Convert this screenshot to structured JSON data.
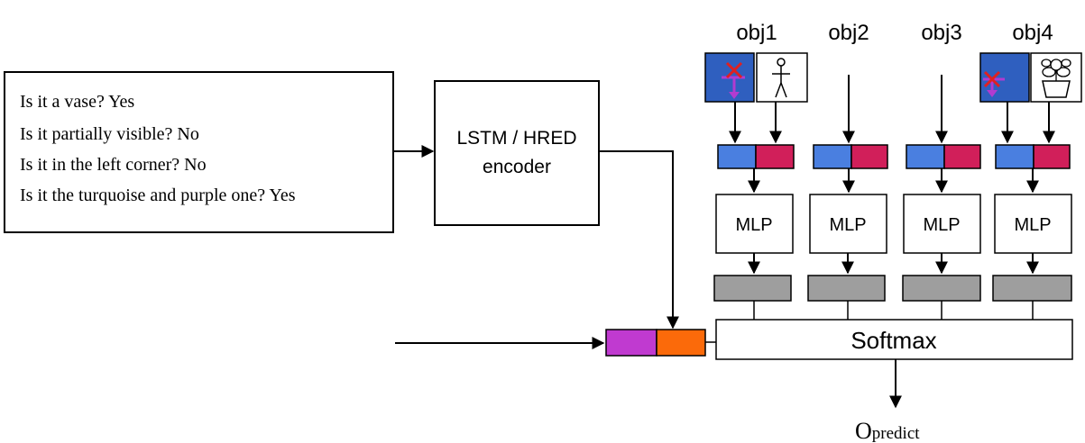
{
  "dialogue": {
    "lines": [
      "Is it a vase? Yes",
      "Is it partially visible? No",
      "Is it in the left corner? No",
      "Is it the turquoise and purple one? Yes"
    ]
  },
  "encoder": {
    "line1": "LSTM / HRED",
    "line2": "encoder"
  },
  "objects": [
    {
      "label": "obj1",
      "mlp": "MLP"
    },
    {
      "label": "obj2",
      "mlp": "MLP"
    },
    {
      "label": "obj3",
      "mlp": "MLP"
    },
    {
      "label": "obj4",
      "mlp": "MLP"
    }
  ],
  "softmax": "Softmax",
  "output": {
    "base": "O",
    "subscript": "predict"
  },
  "colors": {
    "spatial_blue": "#4a7fe0",
    "category_red": "#d11f5a",
    "dialogue_purple": "#c03ad0",
    "dialogue_orange": "#fb6a0a",
    "hidden_gray": "#9e9e9e",
    "spatial_icon_blue": "#2f5fbf"
  },
  "icons": {
    "spatial": "spatial-arrows-icon",
    "person": "person-icon",
    "plant": "potted-plant-icon"
  }
}
